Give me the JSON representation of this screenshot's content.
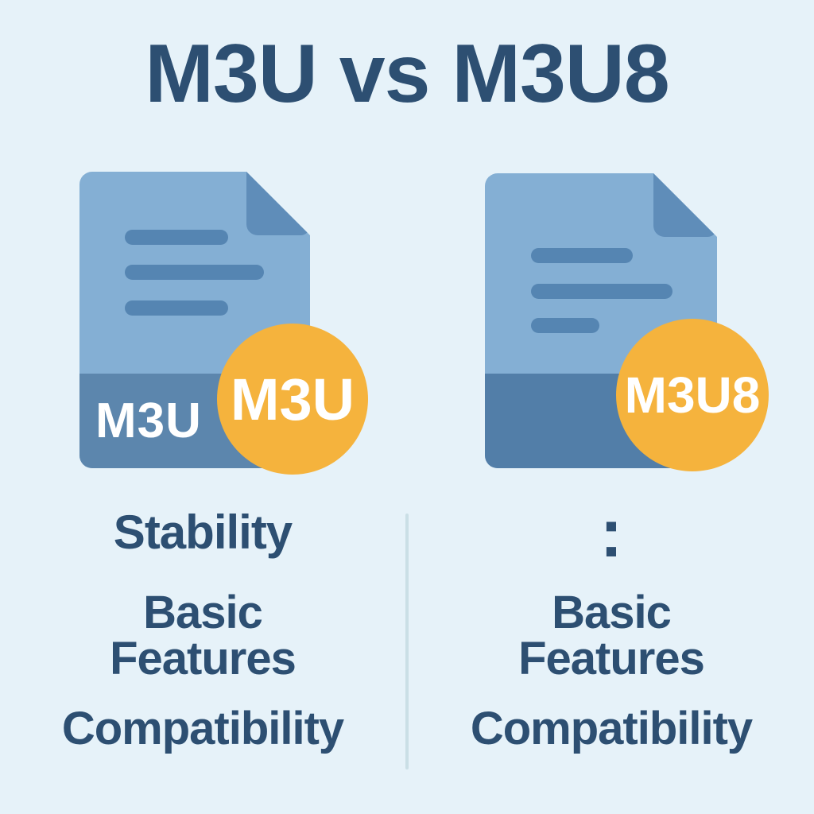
{
  "title": "M3U vs M3U8",
  "colors": {
    "background": "#e6f2f9",
    "heading": "#2d4f72",
    "doc-body": "#84afd4",
    "doc-fold": "#5f8db9",
    "doc-line": "#5585b2",
    "band-left": "#5c86ad",
    "band-right": "#527ea8",
    "badge": "#f5b33d",
    "badge-text": "#ffffff",
    "feature-text": "#2d4f72",
    "divider": "#cadfe6"
  },
  "left_column": {
    "file_label_on_icon": "M3U",
    "badge_label": "M3U",
    "features": [
      "Stability",
      "Basic Features",
      "Compatibility"
    ]
  },
  "right_column": {
    "badge_label": "M3U8",
    "features": [
      ":",
      "Basic Features",
      "Compatibility"
    ]
  }
}
